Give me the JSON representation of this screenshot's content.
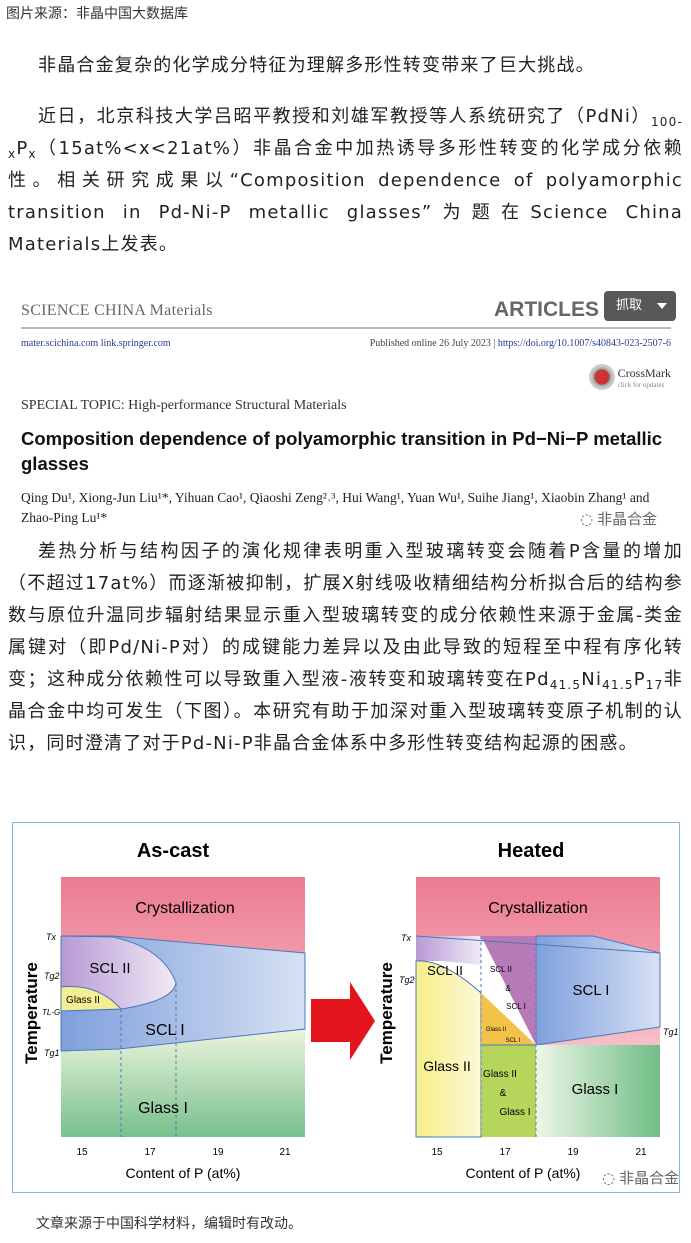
{
  "source_caption": "图片来源：非晶中国大数据库",
  "para1": "非晶合金复杂的化学成分特征为理解多形性转变带来了巨大挑战。",
  "para2": {
    "pre": "近日，北京科技大学吕昭平教授和刘雄军教授等人系统研究了（PdNi）",
    "sub1": "100-x",
    "mid": "P",
    "sub2": "x",
    "post": "（15at%<x<21at%）非晶合金中加热诱导多形性转变的化学成分依赖性。相关研究成果以“Composition dependence of polyamorphic transition in Pd-Ni-P metallic glasses”为题在Science China Materials上发表。"
  },
  "paper": {
    "journal": "SCIENCE CHINA Materials",
    "articles": "ARTICLES",
    "links": "mater.scichina.com   link.springer.com",
    "published": "Published online 26 July 2023 |",
    "doi": "https://doi.org/10.1007/s40843-023-2507-6",
    "crossmark": "CrossMark",
    "crossmark_sub": "click for updates",
    "topic": "SPECIAL TOPIC: High-performance Structural Materials",
    "title": "Composition dependence of polyamorphic transition in Pd−Ni−P metallic glasses",
    "authors": "Qing Du¹, Xiong-Jun Liu¹*, Yihuan Cao¹, Qiaoshi Zeng²˒³, Hui Wang¹, Yuan Wu¹, Suihe Jiang¹, Xiaobin Zhang¹ and Zhao-Ping Lu¹*"
  },
  "grab_button": "抓取",
  "watermark": "非晶合金",
  "para3": {
    "a": "差热分析与结构因子的演化规律表明重入型玻璃转变会随着P含量的增加（不超过17at%）而逐渐被抑制，扩展X射线吸收精细结构分析拟合后的结构参数与原位升温同步辐射结果显示重入型玻璃转变的成分依赖性来源于金属-类金属键对（即Pd/Ni-P对）的成键能力差异以及由此导致的短程至中程有序化转变；这种成分依赖性可以导致重入型液-液转变和玻璃转变在Pd",
    "s1": "41.5",
    "b": "Ni",
    "s2": "41.5",
    "c": "P",
    "s3": "17",
    "d": "非晶合金中均可发生（下图）。本研究有助于加深对重入型玻璃转变原子机制的认识，同时澄清了对于Pd-Ni-P非晶合金体系中多形性转变结构起源的困惑。"
  },
  "figure": {
    "left_title": "As-cast",
    "right_title": "Heated",
    "ylabel": "Temperature",
    "xlabel": "Content of P (at%)",
    "xticks": [
      "15",
      "17",
      "19",
      "21"
    ],
    "labels": {
      "cryst": "Crystallization",
      "scl2": "SCL II",
      "scl1": "SCL I",
      "glass2": "Glass II",
      "glass1": "Glass I",
      "amp": "&",
      "tx": "Tx",
      "tg2": "Tg2",
      "tlg": "TL-G",
      "tg1": "Tg1"
    }
  },
  "footer": "文章来源于中国科学材料，编辑时有改动。"
}
